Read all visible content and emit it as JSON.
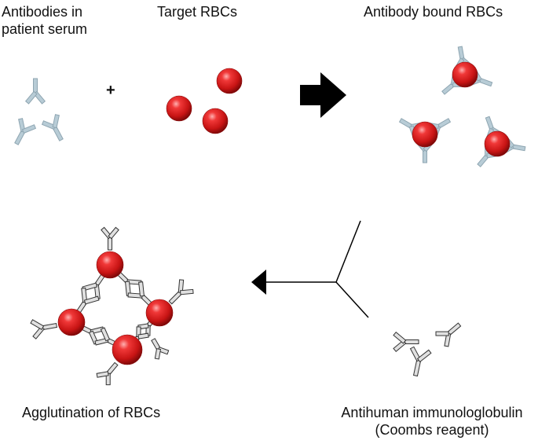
{
  "labels": {
    "antibodies_line1": "Antibodies in",
    "antibodies_line2": "patient serum",
    "target_rbcs": "Target RBCs",
    "plus": "+",
    "antibody_bound": "Antibody bound RBCs",
    "agglutination": "Agglutination of RBCs",
    "antihuman_line1": "Antihuman immunologlobulin",
    "antihuman_line2": "(Coombs reagent)"
  },
  "colors": {
    "rbc": "#e02020",
    "antibody_serum": "#b8ccd6",
    "antibody_coombs": "#e0e0e0",
    "arrow": "#000000"
  }
}
